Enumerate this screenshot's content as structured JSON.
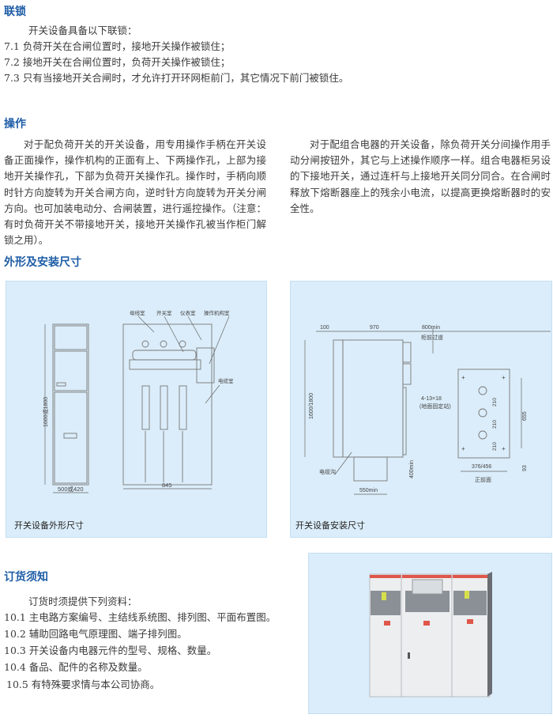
{
  "interlock": {
    "heading": "联锁",
    "intro": "开关设备具备以下联锁：",
    "items": [
      "7.1 负荷开关在合闸位置时，接地开关操作被锁住；",
      "7.2 接地开关在合闸位置时，负荷开关操作被锁住；",
      "7.3 只有当接地开关合闸时，才允许打开环网柜前门，其它情况下前门被锁住。"
    ]
  },
  "operation": {
    "heading": "操作",
    "left_paragraph": "对于配负荷开关的开关设备，用专用操作手柄在开关设备正面操作，操作机构的正面有上、下两操作孔，上部为接地开关操作孔，下部为负荷开关操作孔。操作时，手柄向顺时针方向旋转为开关合闸方向，逆时针方向旋转为开关分闸方向。也可加装电动分、合闸装置，进行遥控操作。（注意：有时负荷开关不带接地开关，接地开关操作孔被当作柜门解锁之用）。",
    "right_paragraph": "对于配组合电器的开关设备，除负荷开关分间操作用手动分闸按钮外，其它与上述操作顺序一样。组合电器柜另设的下接地开关，通过连杆与上接地开关同分同合。在合闸时释放下熔断器座上的残余小电流，以提高更换熔断器时的安全性。"
  },
  "dimensions": {
    "heading": "外形及安装尺寸",
    "outline_diagram": {
      "caption": "开关设备外形尺寸",
      "labels": {
        "busbar_room": "母线室",
        "switch_room": "开关室",
        "instrument_room": "仪表室",
        "mechanism_room": "操作机构室",
        "cable_room": "电缆室",
        "height": "1600或1800",
        "depth": "500或420",
        "width": "845"
      }
    },
    "install_diagram": {
      "caption": "开关设备安装尺寸",
      "labels": {
        "rear_gap": "100",
        "depth": "970",
        "front_aisle": "800min",
        "front_aisle_label": "柜前过道",
        "height": "1600/1800",
        "cable_trench": "电缆沟",
        "trench_depth": "400min",
        "trench_width": "550min",
        "bolt_holes": "4-13×18",
        "bolt_note": "(地面固定站)",
        "spacing_1": "210",
        "spacing_2": "210",
        "spacing_3": "210",
        "bolt_span": "655",
        "base_width": "376/456",
        "front_offset": "93",
        "front_label": "正前面"
      }
    }
  },
  "ordering": {
    "heading": "订货须知",
    "intro": "订货时须提供下列资料：",
    "items": [
      "10.1 主电路方案编号、主结线系统图、排列图、平面布置图。",
      "10.2 辅助回路电气原理图、端子排列图。",
      "10.3 开关设备内电器元件的型号、规格、数量。",
      "10.4 备品、配件的名称及数量。",
      "10.5 有特殊要求情与本公司协商。"
    ]
  },
  "colors": {
    "heading": "#1d5ca6",
    "panel_bg": "#dbedfa",
    "cabinet_red": "#e0564a"
  }
}
